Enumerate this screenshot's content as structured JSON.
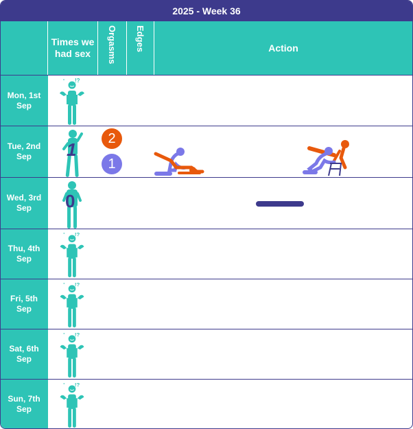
{
  "title": "2025 - Week 36",
  "headers": {
    "times": "Times we had sex",
    "orgasms": "Orgasms",
    "edges": "Edges",
    "action": "Action"
  },
  "colors": {
    "frame": "#3d3a8c",
    "teal": "#2ec4b6",
    "orange": "#e8590c",
    "lavender": "#7b78e8"
  },
  "days": [
    {
      "label": "Mon, 1st Sep",
      "times_icon": "shrug-icon"
    },
    {
      "label": "Tue, 2nd Sep",
      "times_icon": "figure-holding-one-icon",
      "times_value": "1",
      "orgasms": [
        "2",
        "1"
      ]
    },
    {
      "label": "Wed, 3rd Sep",
      "times_icon": "figure-holding-zero-icon",
      "times_value": "0"
    },
    {
      "label": "Thu, 4th Sep",
      "times_icon": "shrug-icon"
    },
    {
      "label": "Fri, 5th Sep",
      "times_icon": "shrug-icon"
    },
    {
      "label": "Sat, 6th Sep",
      "times_icon": "shrug-icon"
    },
    {
      "label": "Sun, 7th Sep",
      "times_icon": "shrug-icon"
    }
  ]
}
